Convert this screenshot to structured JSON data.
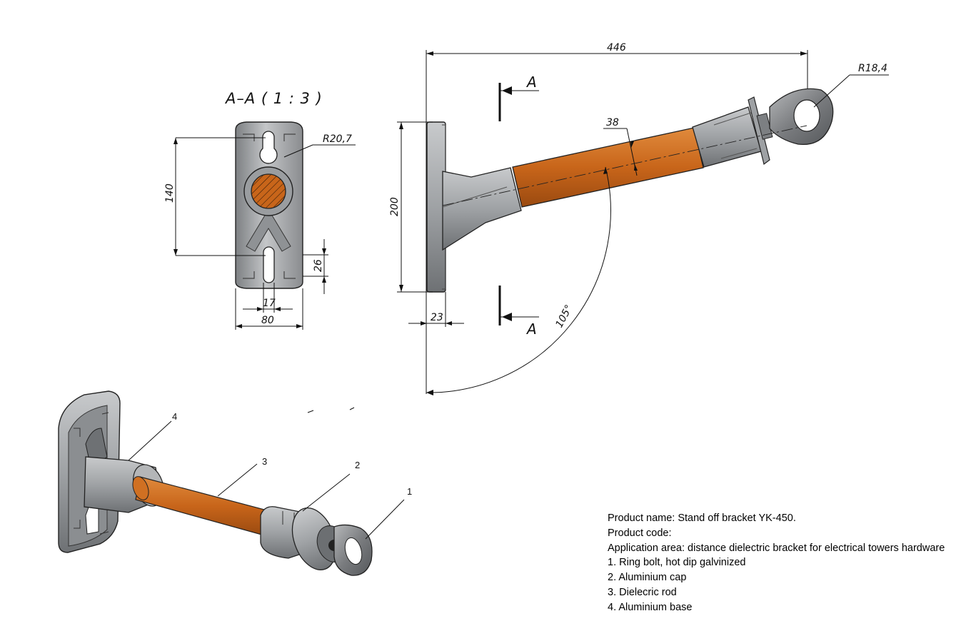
{
  "section": {
    "title": "A–A ( 1 : 3 )",
    "radius_label": "R20,7",
    "dim_height": "140",
    "dim_slot": "26",
    "dim_slot_width": "17",
    "dim_width": "80"
  },
  "side_view": {
    "dim_length": "446",
    "dim_ring_radius": "R18,4",
    "dim_rod_diameter": "38",
    "dim_base_height": "200",
    "dim_base_thickness": "23",
    "dim_angle": "105°",
    "section_mark_top": "A",
    "section_mark_bottom": "A"
  },
  "iso_view": {
    "callouts": [
      "4",
      "3",
      "2",
      "1"
    ]
  },
  "info": {
    "product_name": "Product name: Stand off bracket YK-450.",
    "product_code": "Product code:",
    "application": "Application area: distance dielectric bracket for electrical towers hardware",
    "parts": [
      "1. Ring bolt, hot dip galvinized",
      "2. Aluminium cap",
      "3. Dielecric rod",
      "4. Aluminium base"
    ]
  },
  "colors": {
    "rod": "#c8651a",
    "aluminium": "#a9abad",
    "steel": "#8b8d90",
    "line": "#111111"
  }
}
